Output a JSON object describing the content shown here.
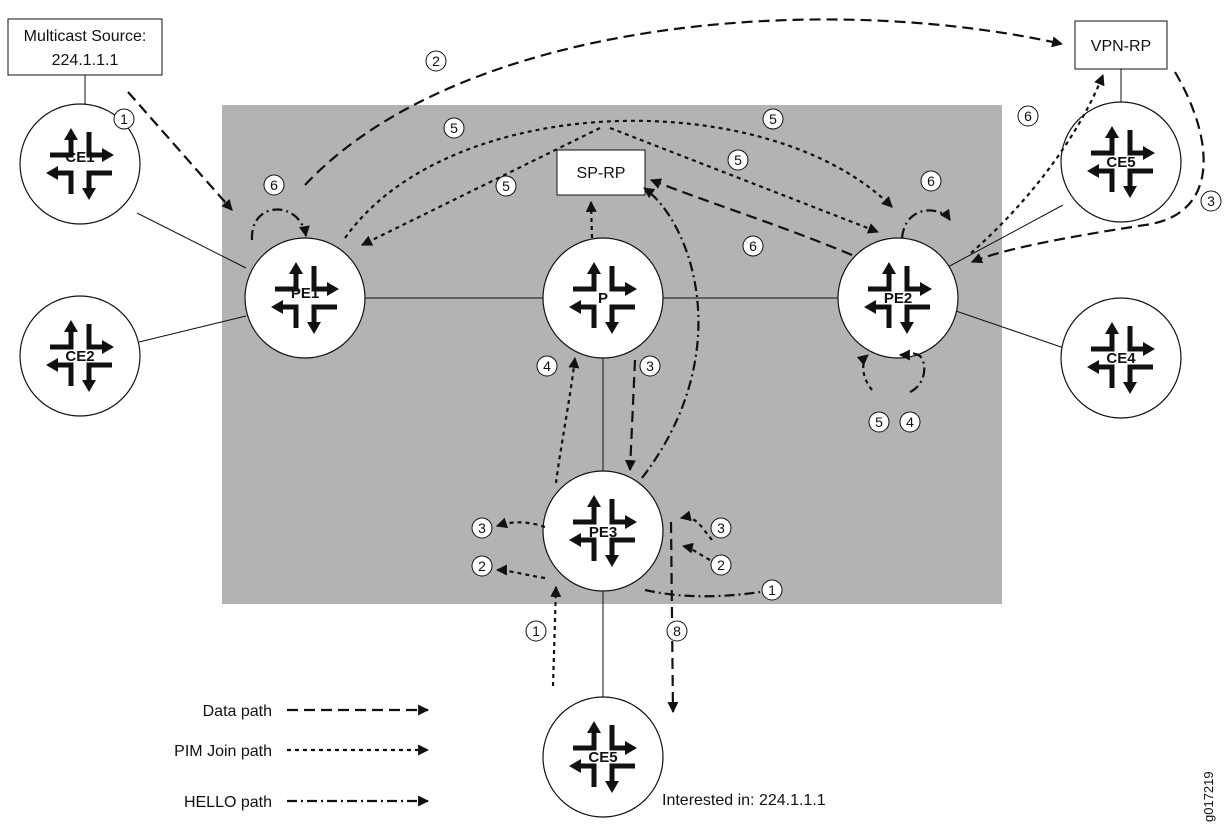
{
  "colors": {
    "network_area": "#b3b3b3",
    "router_fill": "#ffffff",
    "stroke": "#111111"
  },
  "nodes": {
    "multicast_source": {
      "line1": "Multicast Source:",
      "line2": "224.1.1.1"
    },
    "vpn_rp": "VPN-RP",
    "sp_rp": "SP-RP"
  },
  "routers": {
    "ce1": "CE1",
    "ce2": "CE2",
    "pe1": "PE1",
    "p": "P",
    "pe2": "PE2",
    "ce5_top": "CE5",
    "ce4": "CE4",
    "pe3": "PE3",
    "ce5_bottom": "CE5"
  },
  "step_labels": {
    "s1_source": "1",
    "s2_top": "2",
    "s5_pe1_arc": "5",
    "s5_pe2_arc": "5",
    "s5_mid": "5",
    "s5_pe1_line": "5",
    "s6_pe1": "6",
    "s6_vpnrp": "6",
    "s6_pe2": "6",
    "s6_sprp": "6",
    "s3_ce5": "3",
    "s4_p": "4",
    "s3_p": "3",
    "s5_pe2_loop": "5",
    "s4_pe2_loop": "4",
    "s3_pe3_left": "3",
    "s2_pe3_left": "2",
    "s3_pe3_right": "3",
    "s2_pe3_right": "2",
    "s1_pe3_hello": "1",
    "s1_ce5": "1",
    "s8_ce5": "8"
  },
  "receiver_note": "Interested in: 224.1.1.1",
  "legend": {
    "data_path": "Data path",
    "pim_join_path": "PIM Join path",
    "hello_path": "HELLO path"
  },
  "figure_id": "g017219",
  "icons": {
    "router": "router-icon",
    "arrow": "arrow-icon"
  }
}
